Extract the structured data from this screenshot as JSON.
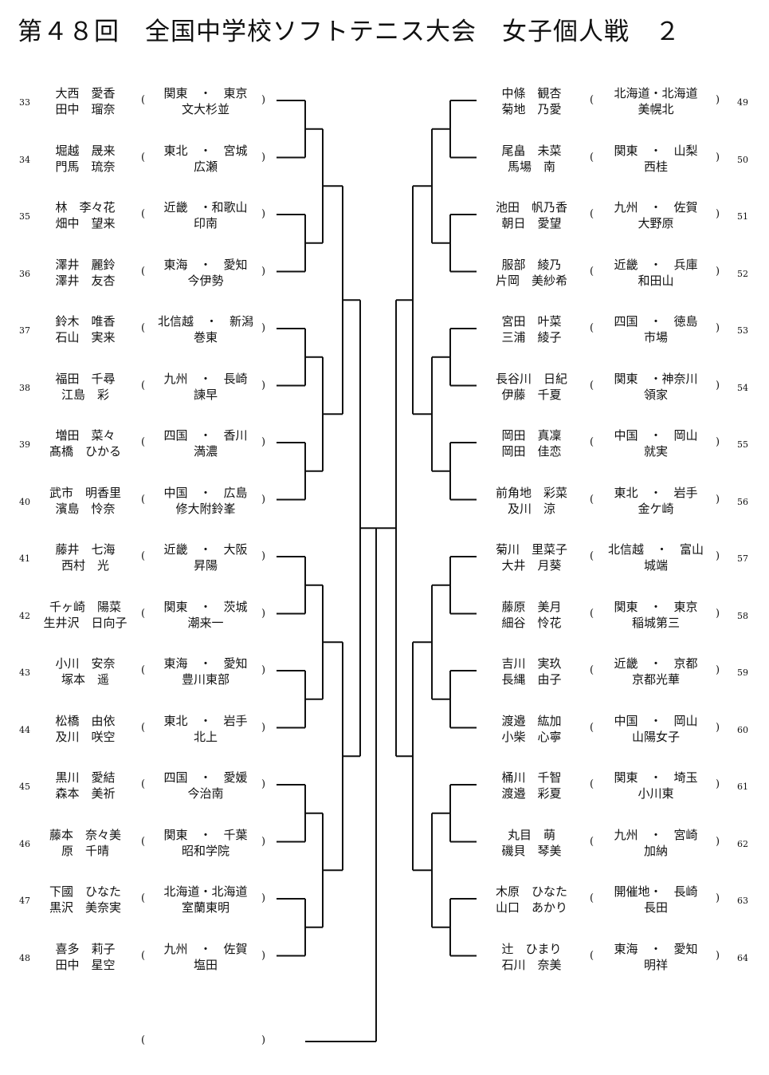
{
  "title": "第４８回　全国中学校ソフトテニス大会　女子個人戦　２",
  "left": [
    {
      "no": "33",
      "p1": "大西　愛香",
      "p2": "田中　瑠奈",
      "region": "関東　・　東京",
      "school": "文大杉並"
    },
    {
      "no": "34",
      "p1": "堀越　晟来",
      "p2": "門馬　琉奈",
      "region": "東北　・　宮城",
      "school": "広瀬"
    },
    {
      "no": "35",
      "p1": "林　李々花",
      "p2": "畑中　望来",
      "region": "近畿　・和歌山",
      "school": "印南"
    },
    {
      "no": "36",
      "p1": "澤井　麗鈴",
      "p2": "澤井　友杏",
      "region": "東海　・　愛知",
      "school": "今伊勢"
    },
    {
      "no": "37",
      "p1": "鈴木　唯香",
      "p2": "石山　実来",
      "region": "北信越　・　新潟",
      "school": "巻東"
    },
    {
      "no": "38",
      "p1": "福田　千尋",
      "p2": "江島　彩",
      "region": "九州　・　長崎",
      "school": "諫早"
    },
    {
      "no": "39",
      "p1": "増田　菜々",
      "p2": "髙橋　ひかる",
      "region": "四国　・　香川",
      "school": "満濃"
    },
    {
      "no": "40",
      "p1": "武市　明香里",
      "p2": "濱島　怜奈",
      "region": "中国　・　広島",
      "school": "修大附鈴峯"
    },
    {
      "no": "41",
      "p1": "藤井　七海",
      "p2": "西村　光",
      "region": "近畿　・　大阪",
      "school": "昇陽"
    },
    {
      "no": "42",
      "p1": "千ヶ崎　陽菜",
      "p2": "生井沢　日向子",
      "region": "関東　・　茨城",
      "school": "潮来一"
    },
    {
      "no": "43",
      "p1": "小川　安奈",
      "p2": "塚本　遥",
      "region": "東海　・　愛知",
      "school": "豊川東部"
    },
    {
      "no": "44",
      "p1": "松橋　由依",
      "p2": "及川　咲空",
      "region": "東北　・　岩手",
      "school": "北上"
    },
    {
      "no": "45",
      "p1": "黒川　愛結",
      "p2": "森本　美祈",
      "region": "四国　・　愛媛",
      "school": "今治南"
    },
    {
      "no": "46",
      "p1": "藤本　奈々美",
      "p2": "原　千晴",
      "region": "関東　・　千葉",
      "school": "昭和学院"
    },
    {
      "no": "47",
      "p1": "下國　ひなた",
      "p2": "黒沢　美奈実",
      "region": "北海道・北海道",
      "school": "室蘭東明"
    },
    {
      "no": "48",
      "p1": "喜多　莉子",
      "p2": "田中　星空",
      "region": "九州　・　佐賀",
      "school": "塩田"
    }
  ],
  "right": [
    {
      "no": "49",
      "p1": "中條　観杏",
      "p2": "菊地　乃愛",
      "region": "北海道・北海道",
      "school": "美幌北"
    },
    {
      "no": "50",
      "p1": "尾畠　未菜",
      "p2": "馬場　南",
      "region": "関東　・　山梨",
      "school": "西桂"
    },
    {
      "no": "51",
      "p1": "池田　帆乃香",
      "p2": "朝日　愛望",
      "region": "九州　・　佐賀",
      "school": "大野原"
    },
    {
      "no": "52",
      "p1": "服部　綾乃",
      "p2": "片岡　美紗希",
      "region": "近畿　・　兵庫",
      "school": "和田山"
    },
    {
      "no": "53",
      "p1": "宮田　叶菜",
      "p2": "三浦　綾子",
      "region": "四国　・　徳島",
      "school": "市場"
    },
    {
      "no": "54",
      "p1": "長谷川　日紀",
      "p2": "伊藤　千夏",
      "region": "関東　・神奈川",
      "school": "領家"
    },
    {
      "no": "55",
      "p1": "岡田　真凜",
      "p2": "岡田　佳恋",
      "region": "中国　・　岡山",
      "school": "就実"
    },
    {
      "no": "56",
      "p1": "前角地　彩菜",
      "p2": "及川　涼",
      "region": "東北　・　岩手",
      "school": "金ケ崎"
    },
    {
      "no": "57",
      "p1": "菊川　里菜子",
      "p2": "大井　月葵",
      "region": "北信越　・　富山",
      "school": "城端"
    },
    {
      "no": "58",
      "p1": "藤原　美月",
      "p2": "細谷　怜花",
      "region": "関東　・　東京",
      "school": "稲城第三"
    },
    {
      "no": "59",
      "p1": "吉川　実玖",
      "p2": "長縄　由子",
      "region": "近畿　・　京都",
      "school": "京都光華"
    },
    {
      "no": "60",
      "p1": "渡邉　紘加",
      "p2": "小柴　心寧",
      "region": "中国　・　岡山",
      "school": "山陽女子"
    },
    {
      "no": "61",
      "p1": "桶川　千智",
      "p2": "渡邉　彩夏",
      "region": "関東　・　埼玉",
      "school": "小川東"
    },
    {
      "no": "62",
      "p1": "丸目　萌",
      "p2": "磯貝　琴美",
      "region": "九州　・　宮崎",
      "school": "加納"
    },
    {
      "no": "63",
      "p1": "木原　ひなた",
      "p2": "山口　あかり",
      "region": "開催地・　長崎",
      "school": "長田"
    },
    {
      "no": "64",
      "p1": "辻　ひまり",
      "p2": "石川　奈美",
      "region": "東海　・　愛知",
      "school": "明祥"
    }
  ],
  "final_entry": {
    "open": "(",
    "close": ")"
  },
  "paren": {
    "open": "(",
    "close": ")"
  }
}
